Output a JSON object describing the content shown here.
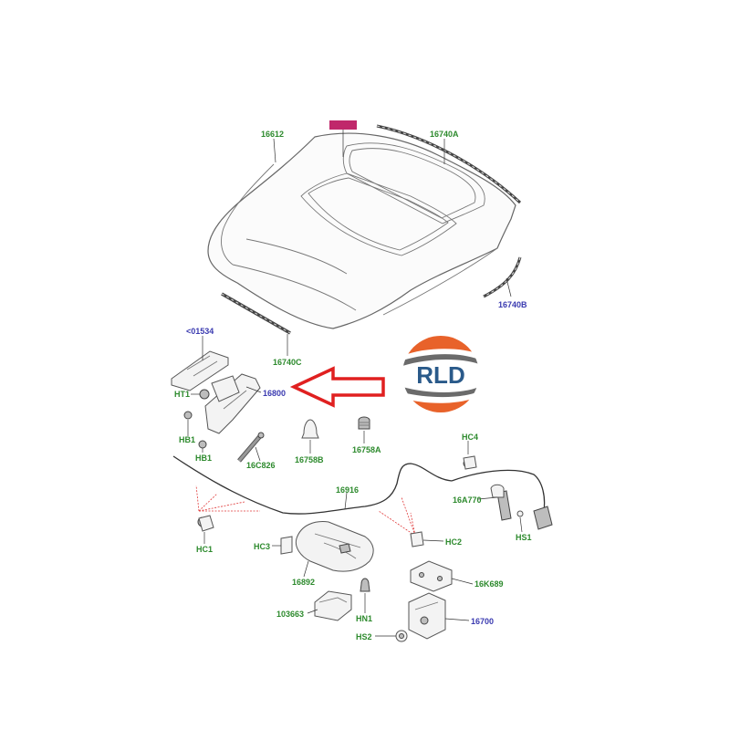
{
  "logo": {
    "text": "RLD",
    "colors": {
      "orange": "#e8622a",
      "grey": "#6b6b6b",
      "text": "#2a5a8a"
    }
  },
  "arrow": {
    "color": "#e02020"
  },
  "labels": {
    "p16612": "16612",
    "p16740A": "16740A",
    "p16740B": "16740B",
    "p16740C": "16740C",
    "p01534": "<01534",
    "pHT1": "HT1",
    "p16800": "16800",
    "pHB1a": "HB1",
    "pHB1b": "HB1",
    "p16C826": "16C826",
    "p16758B": "16758B",
    "p16758A": "16758A",
    "pHC4": "HC4",
    "p16A770": "16A770",
    "pHS1": "HS1",
    "p16916": "16916",
    "pHC1": "HC1",
    "pHC3": "HC3",
    "pHC2": "HC2",
    "p16892": "16892",
    "p16K689": "16K689",
    "p103663": "103663",
    "pHN1": "HN1",
    "p16700": "16700",
    "pHS2": "HS2"
  }
}
